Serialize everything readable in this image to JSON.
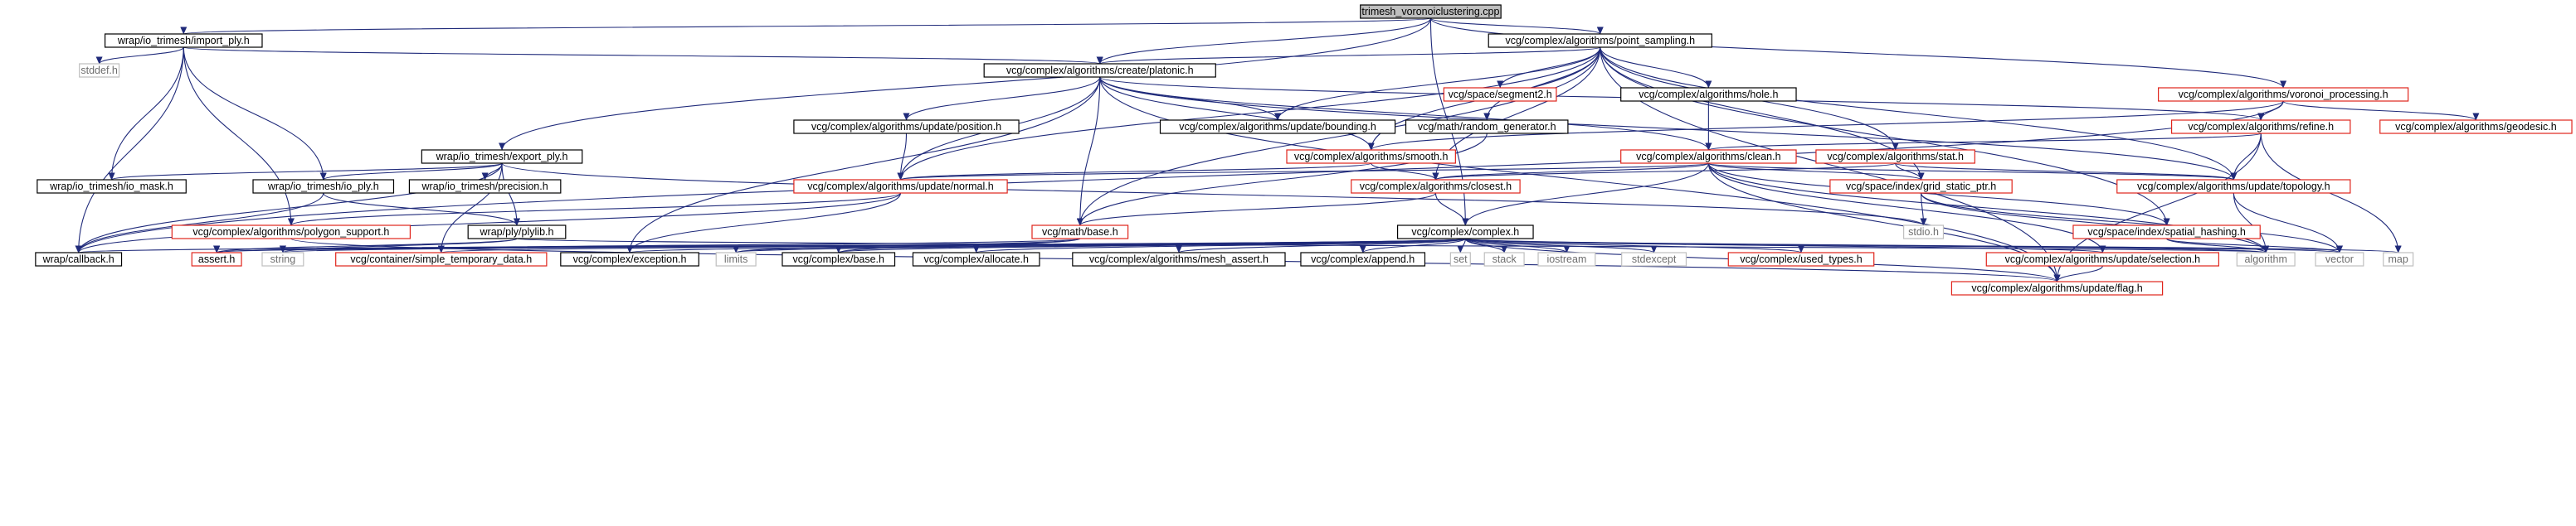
{
  "title": "trimesh_voronoiclustering.cpp",
  "colors": {
    "edge": "#1f2a7a",
    "documented_border": "#000000",
    "undocumented_border": "#e0241b",
    "system_border": "#bfbfbf",
    "root_fill": "#bfbfbf",
    "system_text": "#6e6e6e"
  },
  "nodes": [
    {
      "id": "root",
      "label": "trimesh_voronoiclustering.cpp",
      "kind": "root"
    },
    {
      "id": "import_ply",
      "label": "wrap/io_trimesh/import_ply.h",
      "kind": "documented"
    },
    {
      "id": "point_sampling",
      "label": "vcg/complex/algorithms/point_sampling.h",
      "kind": "documented"
    },
    {
      "id": "stddef",
      "label": "stddef.h",
      "kind": "system"
    },
    {
      "id": "create_platonic",
      "label": "vcg/complex/algorithms/create/platonic.h",
      "kind": "documented"
    },
    {
      "id": "segment2",
      "label": "vcg/space/segment2.h",
      "kind": "undocumented"
    },
    {
      "id": "hole",
      "label": "vcg/complex/algorithms/hole.h",
      "kind": "documented"
    },
    {
      "id": "voronoi_processing",
      "label": "vcg/complex/algorithms/voronoi_processing.h",
      "kind": "undocumented"
    },
    {
      "id": "update_position",
      "label": "vcg/complex/algorithms/update/position.h",
      "kind": "documented"
    },
    {
      "id": "update_bounding",
      "label": "vcg/complex/algorithms/update/bounding.h",
      "kind": "documented"
    },
    {
      "id": "random_generator",
      "label": "vcg/math/random_generator.h",
      "kind": "documented"
    },
    {
      "id": "refine",
      "label": "vcg/complex/algorithms/refine.h",
      "kind": "undocumented"
    },
    {
      "id": "geodesic",
      "label": "vcg/complex/algorithms/geodesic.h",
      "kind": "undocumented"
    },
    {
      "id": "export_ply",
      "label": "wrap/io_trimesh/export_ply.h",
      "kind": "documented"
    },
    {
      "id": "smooth",
      "label": "vcg/complex/algorithms/smooth.h",
      "kind": "undocumented"
    },
    {
      "id": "clean",
      "label": "vcg/complex/algorithms/clean.h",
      "kind": "undocumented"
    },
    {
      "id": "stat",
      "label": "vcg/complex/algorithms/stat.h",
      "kind": "undocumented"
    },
    {
      "id": "io_mask",
      "label": "wrap/io_trimesh/io_mask.h",
      "kind": "documented"
    },
    {
      "id": "io_ply",
      "label": "wrap/io_trimesh/io_ply.h",
      "kind": "documented"
    },
    {
      "id": "precision",
      "label": "wrap/io_trimesh/precision.h",
      "kind": "documented"
    },
    {
      "id": "update_normal",
      "label": "vcg/complex/algorithms/update/normal.h",
      "kind": "undocumented"
    },
    {
      "id": "closest",
      "label": "vcg/complex/algorithms/closest.h",
      "kind": "undocumented"
    },
    {
      "id": "grid_static_ptr",
      "label": "vcg/space/index/grid_static_ptr.h",
      "kind": "undocumented"
    },
    {
      "id": "update_topology",
      "label": "vcg/complex/algorithms/update/topology.h",
      "kind": "undocumented"
    },
    {
      "id": "polygon_support",
      "label": "vcg/complex/algorithms/polygon_support.h",
      "kind": "undocumented"
    },
    {
      "id": "plylib",
      "label": "wrap/ply/plylib.h",
      "kind": "documented"
    },
    {
      "id": "math_base",
      "label": "vcg/math/base.h",
      "kind": "undocumented"
    },
    {
      "id": "complex",
      "label": "vcg/complex/complex.h",
      "kind": "documented"
    },
    {
      "id": "stdio",
      "label": "stdio.h",
      "kind": "system"
    },
    {
      "id": "spatial_hashing",
      "label": "vcg/space/index/spatial_hashing.h",
      "kind": "undocumented"
    },
    {
      "id": "callback",
      "label": "wrap/callback.h",
      "kind": "documented"
    },
    {
      "id": "assert",
      "label": "assert.h",
      "kind": "undocumented"
    },
    {
      "id": "string",
      "label": "string",
      "kind": "system"
    },
    {
      "id": "simple_temporary_data",
      "label": "vcg/container/simple_temporary_data.h",
      "kind": "undocumented"
    },
    {
      "id": "exception",
      "label": "vcg/complex/exception.h",
      "kind": "documented"
    },
    {
      "id": "limits",
      "label": "limits",
      "kind": "system"
    },
    {
      "id": "complex_base",
      "label": "vcg/complex/base.h",
      "kind": "documented"
    },
    {
      "id": "allocate",
      "label": "vcg/complex/allocate.h",
      "kind": "documented"
    },
    {
      "id": "mesh_assert",
      "label": "vcg/complex/algorithms/mesh_assert.h",
      "kind": "documented"
    },
    {
      "id": "append",
      "label": "vcg/complex/append.h",
      "kind": "documented"
    },
    {
      "id": "set",
      "label": "set",
      "kind": "system"
    },
    {
      "id": "stack",
      "label": "stack",
      "kind": "system"
    },
    {
      "id": "iostream",
      "label": "iostream",
      "kind": "system"
    },
    {
      "id": "stdexcept",
      "label": "stdexcept",
      "kind": "system"
    },
    {
      "id": "used_types",
      "label": "vcg/complex/used_types.h",
      "kind": "undocumented"
    },
    {
      "id": "update_selection",
      "label": "vcg/complex/algorithms/update/selection.h",
      "kind": "undocumented"
    },
    {
      "id": "algorithm",
      "label": "algorithm",
      "kind": "system"
    },
    {
      "id": "vector",
      "label": "vector",
      "kind": "system"
    },
    {
      "id": "map",
      "label": "map",
      "kind": "system"
    },
    {
      "id": "update_flag",
      "label": "vcg/complex/algorithms/update/flag.h",
      "kind": "undocumented"
    }
  ],
  "edges": [
    [
      "root",
      "import_ply"
    ],
    [
      "root",
      "point_sampling"
    ],
    [
      "root",
      "create_platonic"
    ],
    [
      "root",
      "export_ply"
    ],
    [
      "root",
      "voronoi_processing"
    ],
    [
      "root",
      "complex"
    ],
    [
      "import_ply",
      "stddef"
    ],
    [
      "import_ply",
      "create_platonic"
    ],
    [
      "import_ply",
      "io_mask"
    ],
    [
      "import_ply",
      "io_ply"
    ],
    [
      "import_ply",
      "callback"
    ],
    [
      "import_ply",
      "polygon_support"
    ],
    [
      "point_sampling",
      "create_platonic"
    ],
    [
      "point_sampling",
      "segment2"
    ],
    [
      "point_sampling",
      "hole"
    ],
    [
      "point_sampling",
      "update_bounding"
    ],
    [
      "point_sampling",
      "random_generator"
    ],
    [
      "point_sampling",
      "closest"
    ],
    [
      "point_sampling",
      "stat"
    ],
    [
      "point_sampling",
      "grid_static_ptr"
    ],
    [
      "point_sampling",
      "update_topology"
    ],
    [
      "point_sampling",
      "spatial_hashing"
    ],
    [
      "point_sampling",
      "update_normal"
    ],
    [
      "point_sampling",
      "update_flag"
    ],
    [
      "point_sampling",
      "smooth"
    ],
    [
      "point_sampling",
      "math_base"
    ],
    [
      "create_platonic",
      "update_position"
    ],
    [
      "create_platonic",
      "update_bounding"
    ],
    [
      "create_platonic",
      "clean"
    ],
    [
      "create_platonic",
      "refine"
    ],
    [
      "create_platonic",
      "smooth"
    ],
    [
      "create_platonic",
      "update_normal"
    ],
    [
      "create_platonic",
      "math_base"
    ],
    [
      "create_platonic",
      "exception"
    ],
    [
      "create_platonic",
      "update_topology"
    ],
    [
      "create_platonic",
      "update_flag"
    ],
    [
      "hole",
      "clean"
    ],
    [
      "voronoi_processing",
      "refine"
    ],
    [
      "voronoi_processing",
      "geodesic"
    ],
    [
      "voronoi_processing",
      "smooth"
    ],
    [
      "voronoi_processing",
      "callback"
    ],
    [
      "update_position",
      "update_normal"
    ],
    [
      "random_generator",
      "math_base"
    ],
    [
      "refine",
      "update_topology"
    ],
    [
      "refine",
      "clean"
    ],
    [
      "refine",
      "map"
    ],
    [
      "refine",
      "update_flag"
    ],
    [
      "export_ply",
      "io_mask"
    ],
    [
      "export_ply",
      "io_ply"
    ],
    [
      "export_ply",
      "precision"
    ],
    [
      "export_ply",
      "plylib"
    ],
    [
      "export_ply",
      "callback"
    ],
    [
      "export_ply",
      "stdio"
    ],
    [
      "export_ply",
      "simple_temporary_data"
    ],
    [
      "smooth",
      "update_normal"
    ],
    [
      "smooth",
      "closest"
    ],
    [
      "clean",
      "update_normal"
    ],
    [
      "clean",
      "closest"
    ],
    [
      "clean",
      "grid_static_ptr"
    ],
    [
      "clean",
      "update_topology"
    ],
    [
      "clean",
      "spatial_hashing"
    ],
    [
      "clean",
      "complex"
    ],
    [
      "clean",
      "update_selection"
    ],
    [
      "clean",
      "update_flag"
    ],
    [
      "clean",
      "algorithm"
    ],
    [
      "stat",
      "grid_static_ptr"
    ],
    [
      "stat",
      "update_topology"
    ],
    [
      "stat",
      "closest"
    ],
    [
      "io_ply",
      "plylib"
    ],
    [
      "io_ply",
      "callback"
    ],
    [
      "update_normal",
      "polygon_support"
    ],
    [
      "update_normal",
      "exception"
    ],
    [
      "update_normal",
      "callback"
    ],
    [
      "closest",
      "math_base"
    ],
    [
      "closest",
      "complex"
    ],
    [
      "grid_static_ptr",
      "stdio"
    ],
    [
      "grid_static_ptr",
      "vector"
    ],
    [
      "grid_static_ptr",
      "algorithm"
    ],
    [
      "update_topology",
      "algorithm"
    ],
    [
      "update_topology",
      "vector"
    ],
    [
      "plylib",
      "assert"
    ],
    [
      "plylib",
      "string"
    ],
    [
      "plylib",
      "algorithm"
    ],
    [
      "math_base",
      "limits"
    ],
    [
      "math_base",
      "assert"
    ],
    [
      "math_base",
      "complex_base"
    ],
    [
      "complex",
      "assert"
    ],
    [
      "complex",
      "string"
    ],
    [
      "complex",
      "simple_temporary_data"
    ],
    [
      "complex",
      "exception"
    ],
    [
      "complex",
      "limits"
    ],
    [
      "complex",
      "complex_base"
    ],
    [
      "complex",
      "allocate"
    ],
    [
      "complex",
      "mesh_assert"
    ],
    [
      "complex",
      "append"
    ],
    [
      "complex",
      "set"
    ],
    [
      "complex",
      "stack"
    ],
    [
      "complex",
      "iostream"
    ],
    [
      "complex",
      "stdexcept"
    ],
    [
      "complex",
      "used_types"
    ],
    [
      "complex",
      "update_selection"
    ],
    [
      "complex",
      "algorithm"
    ],
    [
      "complex",
      "vector"
    ],
    [
      "complex",
      "map"
    ],
    [
      "complex",
      "update_flag"
    ],
    [
      "complex",
      "callback"
    ],
    [
      "spatial_hashing",
      "algorithm"
    ],
    [
      "spatial_hashing",
      "vector"
    ],
    [
      "update_selection",
      "update_flag"
    ],
    [
      "polygon_support",
      "update_flag"
    ]
  ]
}
